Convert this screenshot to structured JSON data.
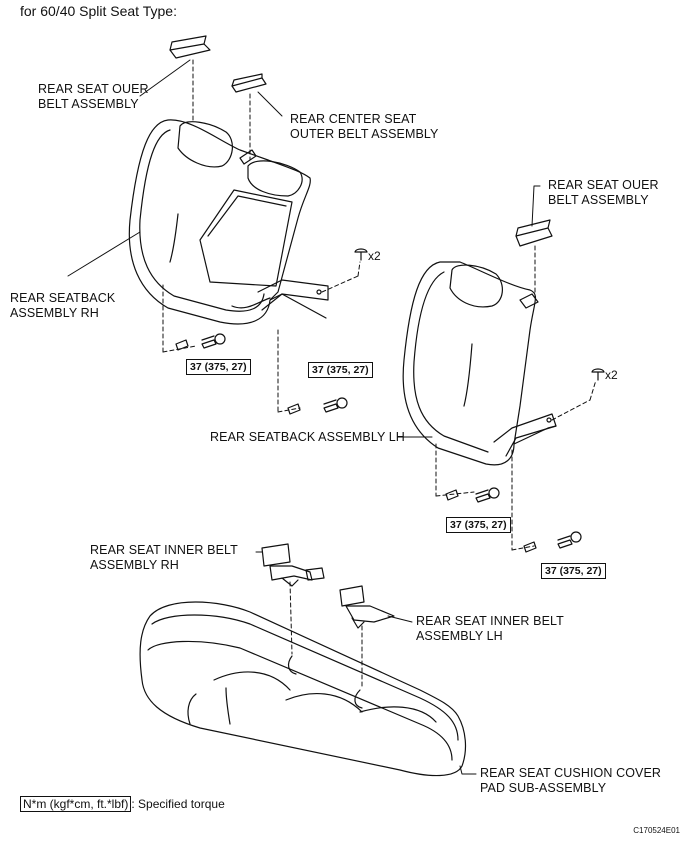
{
  "title": "for 60/40 Split Seat Type:",
  "labels": {
    "rear_seat_ouer_belt_rh": [
      "REAR SEAT OUER",
      "BELT ASSEMBLY"
    ],
    "rear_center_seat_outer_belt": [
      "REAR CENTER SEAT",
      "OUTER BELT ASSEMBLY"
    ],
    "rear_seat_ouer_belt_lh": [
      "REAR SEAT OUER",
      "BELT ASSEMBLY"
    ],
    "rear_seatback_rh": [
      "REAR SEATBACK",
      "ASSEMBLY RH"
    ],
    "rear_seatback_lh": "REAR SEATBACK ASSEMBLY LH",
    "rear_seat_inner_belt_rh": [
      "REAR SEAT INNER BELT",
      "ASSEMBLY RH"
    ],
    "rear_seat_inner_belt_lh": [
      "REAR SEAT INNER BELT",
      "ASSEMBLY LH"
    ],
    "rear_seat_cushion": [
      "REAR SEAT CUSHION COVER",
      "PAD SUB-ASSEMBLY"
    ]
  },
  "torques": [
    "37 (375, 27)",
    "37 (375, 27)",
    "37 (375, 27)",
    "37 (375, 27)"
  ],
  "quantities": [
    "x2",
    "x2"
  ],
  "legend": {
    "box_text": "N*m (kgf*cm, ft.*lbf)",
    "description": ": Specified torque"
  },
  "figure_code": "C170524E01"
}
